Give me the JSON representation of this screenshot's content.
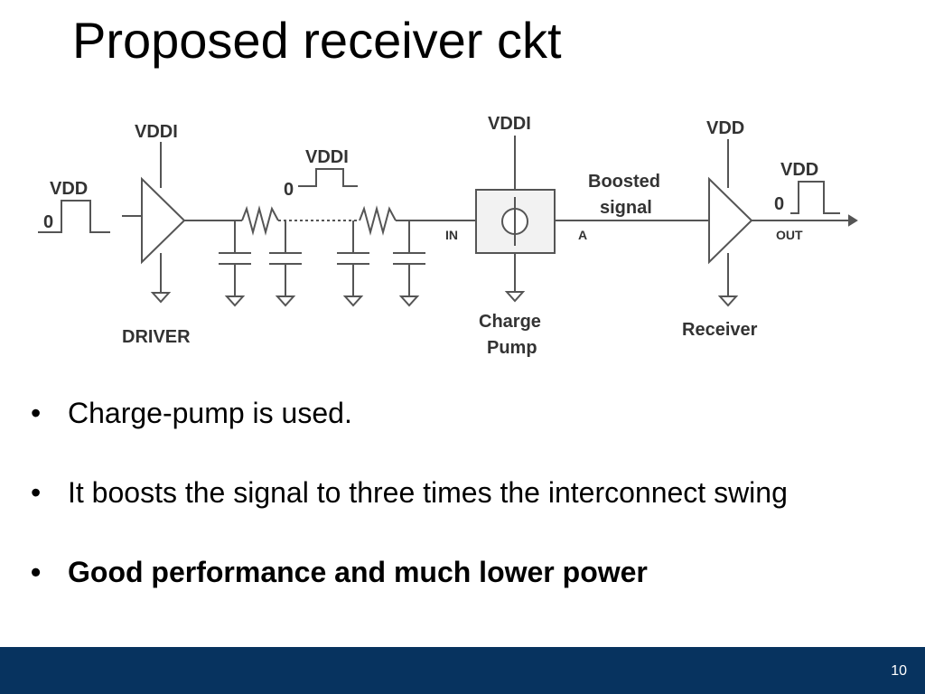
{
  "slide": {
    "title": "Proposed receiver ckt",
    "page_number": "10"
  },
  "diagram": {
    "driver": {
      "supply": "VDDI",
      "label": "DRIVER",
      "input_high": "VDD",
      "input_low": "0"
    },
    "interconnect": {
      "pulse_high": "VDDI",
      "pulse_low": "0"
    },
    "charge_pump": {
      "supply": "VDDI",
      "label_line1": "Charge",
      "label_line2": "Pump",
      "in_label": "IN",
      "out_label": "A"
    },
    "boosted_signal": {
      "line1": "Boosted",
      "line2": "signal"
    },
    "receiver": {
      "supply": "VDD",
      "label": "Receiver",
      "out_high": "VDD",
      "out_low": "0",
      "out_label": "OUT"
    }
  },
  "bullets": [
    {
      "text": "Charge-pump is used.",
      "bold": false
    },
    {
      "text": "It boosts the signal to three times the interconnect swing",
      "bold": false
    },
    {
      "text": "Good performance and much lower power",
      "bold": true
    }
  ],
  "bullet_glyph": "•",
  "colors": {
    "footer": "#07335f",
    "diagram_stroke": "#555555"
  }
}
